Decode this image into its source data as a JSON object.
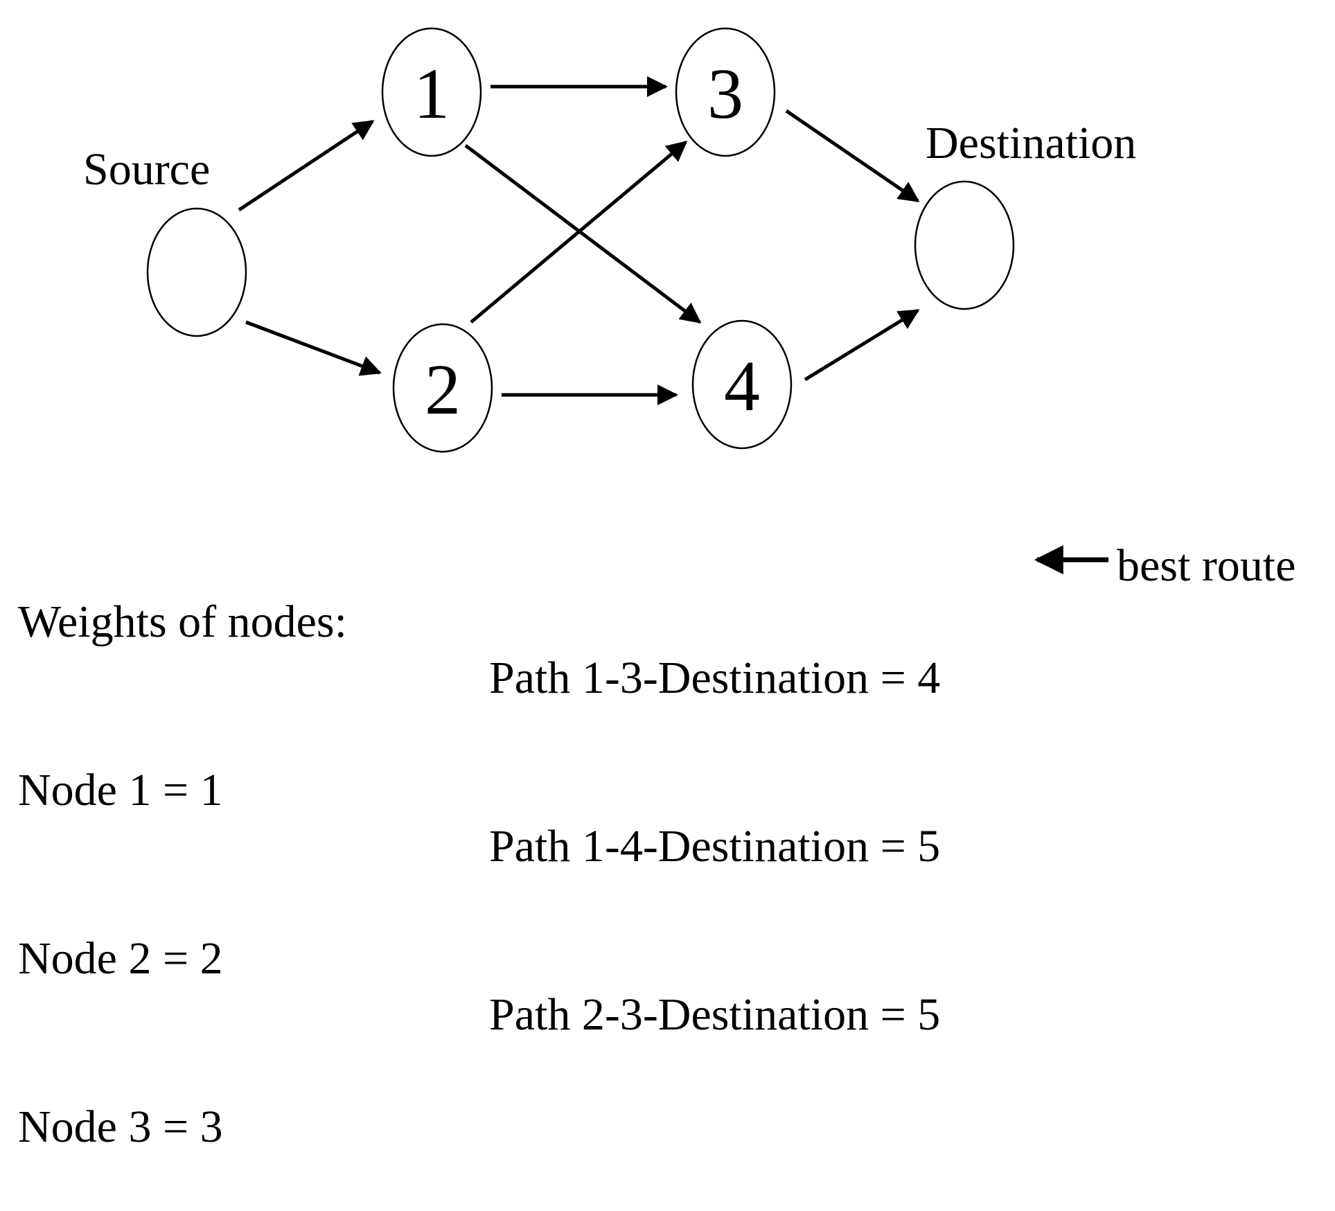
{
  "nodes": {
    "source": {
      "label": "Source"
    },
    "n1": {
      "number": "1"
    },
    "n2": {
      "number": "2"
    },
    "n3": {
      "number": "3"
    },
    "n4": {
      "number": "4"
    },
    "destination": {
      "label": "Destination"
    }
  },
  "edges": [
    {
      "from": "Source",
      "to": "1"
    },
    {
      "from": "Source",
      "to": "2"
    },
    {
      "from": "1",
      "to": "3"
    },
    {
      "from": "1",
      "to": "4"
    },
    {
      "from": "2",
      "to": "3"
    },
    {
      "from": "2",
      "to": "4"
    },
    {
      "from": "3",
      "to": "Destination"
    },
    {
      "from": "4",
      "to": "Destination"
    }
  ],
  "weights": {
    "heading": "Weights of nodes:",
    "items": [
      "Node 1 = 1",
      "Node 2 = 2",
      "Node 3 = 3"
    ]
  },
  "paths": {
    "items": [
      "Path 1-3-Destination = 4",
      "Path 1-4-Destination = 5",
      "Path 2-3-Destination = 5"
    ],
    "best_marker": "best route"
  }
}
